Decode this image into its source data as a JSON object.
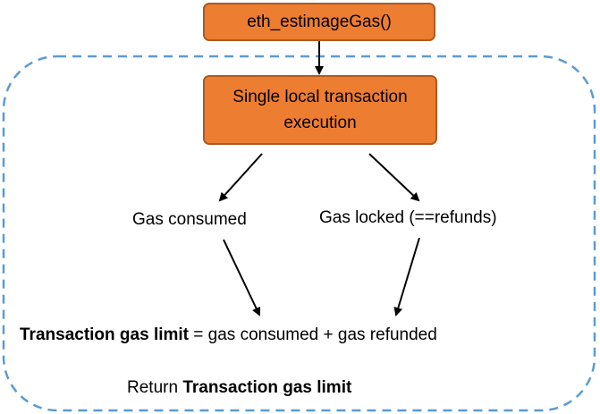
{
  "nodes": {
    "top": "eth_estimageGas()",
    "execution": "Single local transaction execution"
  },
  "labels": {
    "gas_consumed": "Gas consumed",
    "gas_locked": "Gas locked (==refunds)"
  },
  "formula": {
    "bold": "Transaction gas limit",
    "rest": " = gas consumed + gas refunded"
  },
  "return_line": {
    "prefix": "Return ",
    "bold": "Transaction gas limit"
  },
  "colors": {
    "box_fill": "#ed7d31",
    "box_border": "#ae5a21",
    "dashed_boundary": "#5b9bd5",
    "arrows": "#000000"
  }
}
